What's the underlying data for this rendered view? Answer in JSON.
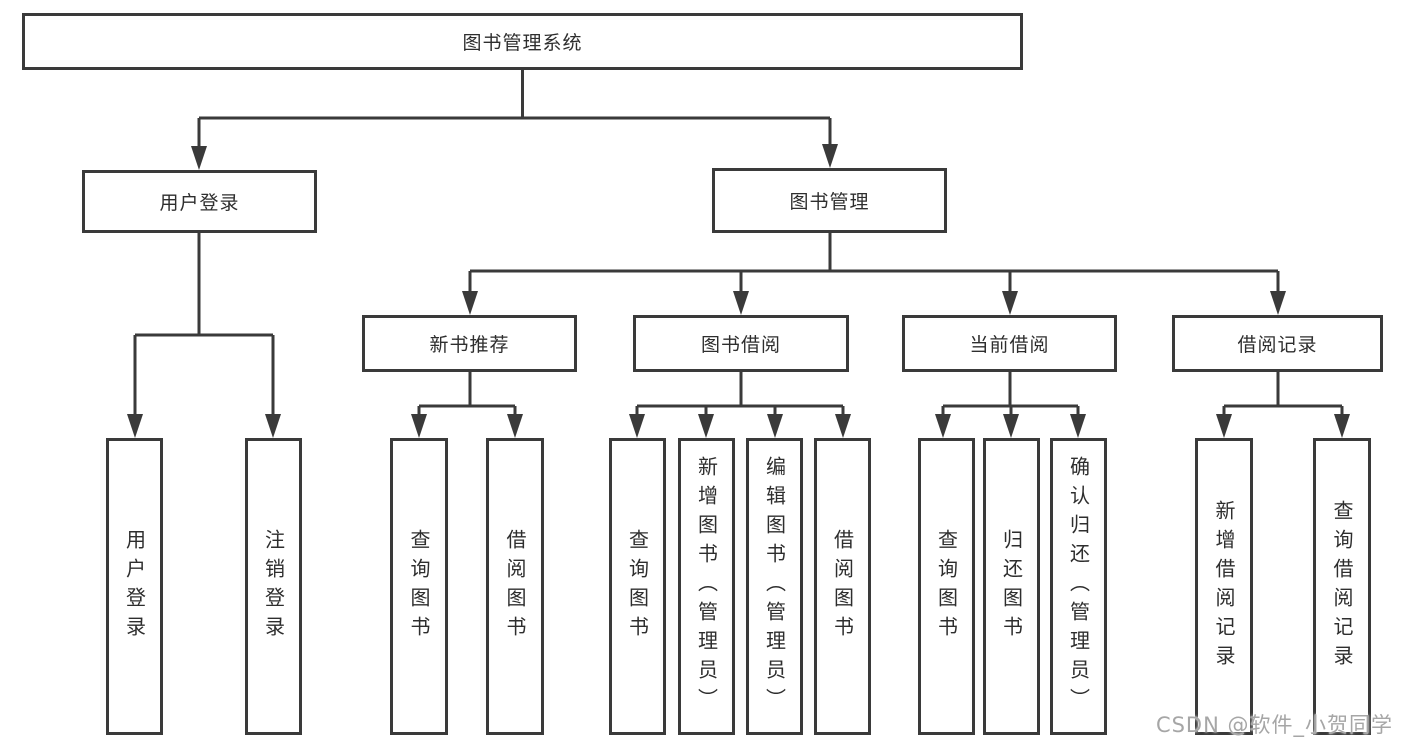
{
  "diagram": {
    "root": {
      "label": "图书管理系统"
    },
    "level2": [
      {
        "label": "用户登录",
        "parent": "图书管理系统"
      },
      {
        "label": "图书管理",
        "parent": "图书管理系统"
      }
    ],
    "level3": [
      {
        "label": "新书推荐",
        "parent": "图书管理"
      },
      {
        "label": "图书借阅",
        "parent": "图书管理"
      },
      {
        "label": "当前借阅",
        "parent": "图书管理"
      },
      {
        "label": "借阅记录",
        "parent": "图书管理"
      }
    ],
    "leaves": [
      {
        "label": "用户登录",
        "parent": "用户登录"
      },
      {
        "label": "注销登录",
        "parent": "用户登录"
      },
      {
        "label": "查询图书",
        "parent": "新书推荐"
      },
      {
        "label": "借阅图书",
        "parent": "新书推荐"
      },
      {
        "label": "查询图书",
        "parent": "图书借阅"
      },
      {
        "label": "新增图书（管理员）",
        "parent": "图书借阅"
      },
      {
        "label": "编辑图书（管理员）",
        "parent": "图书借阅"
      },
      {
        "label": "借阅图书",
        "parent": "图书借阅"
      },
      {
        "label": "查询图书",
        "parent": "当前借阅"
      },
      {
        "label": "归还图书",
        "parent": "当前借阅"
      },
      {
        "label": "确认归还（管理员）",
        "parent": "当前借阅"
      },
      {
        "label": "新增借阅记录",
        "parent": "借阅记录"
      },
      {
        "label": "查询借阅记录",
        "parent": "借阅记录"
      }
    ]
  },
  "watermark": {
    "text": "CSDN @软件_小贺同学"
  },
  "colors": {
    "line": "#3a3a3a",
    "border": "#3a3a3a",
    "text": "#2e2e2e",
    "watermark": "#a6a6a6",
    "background": "#ffffff"
  }
}
